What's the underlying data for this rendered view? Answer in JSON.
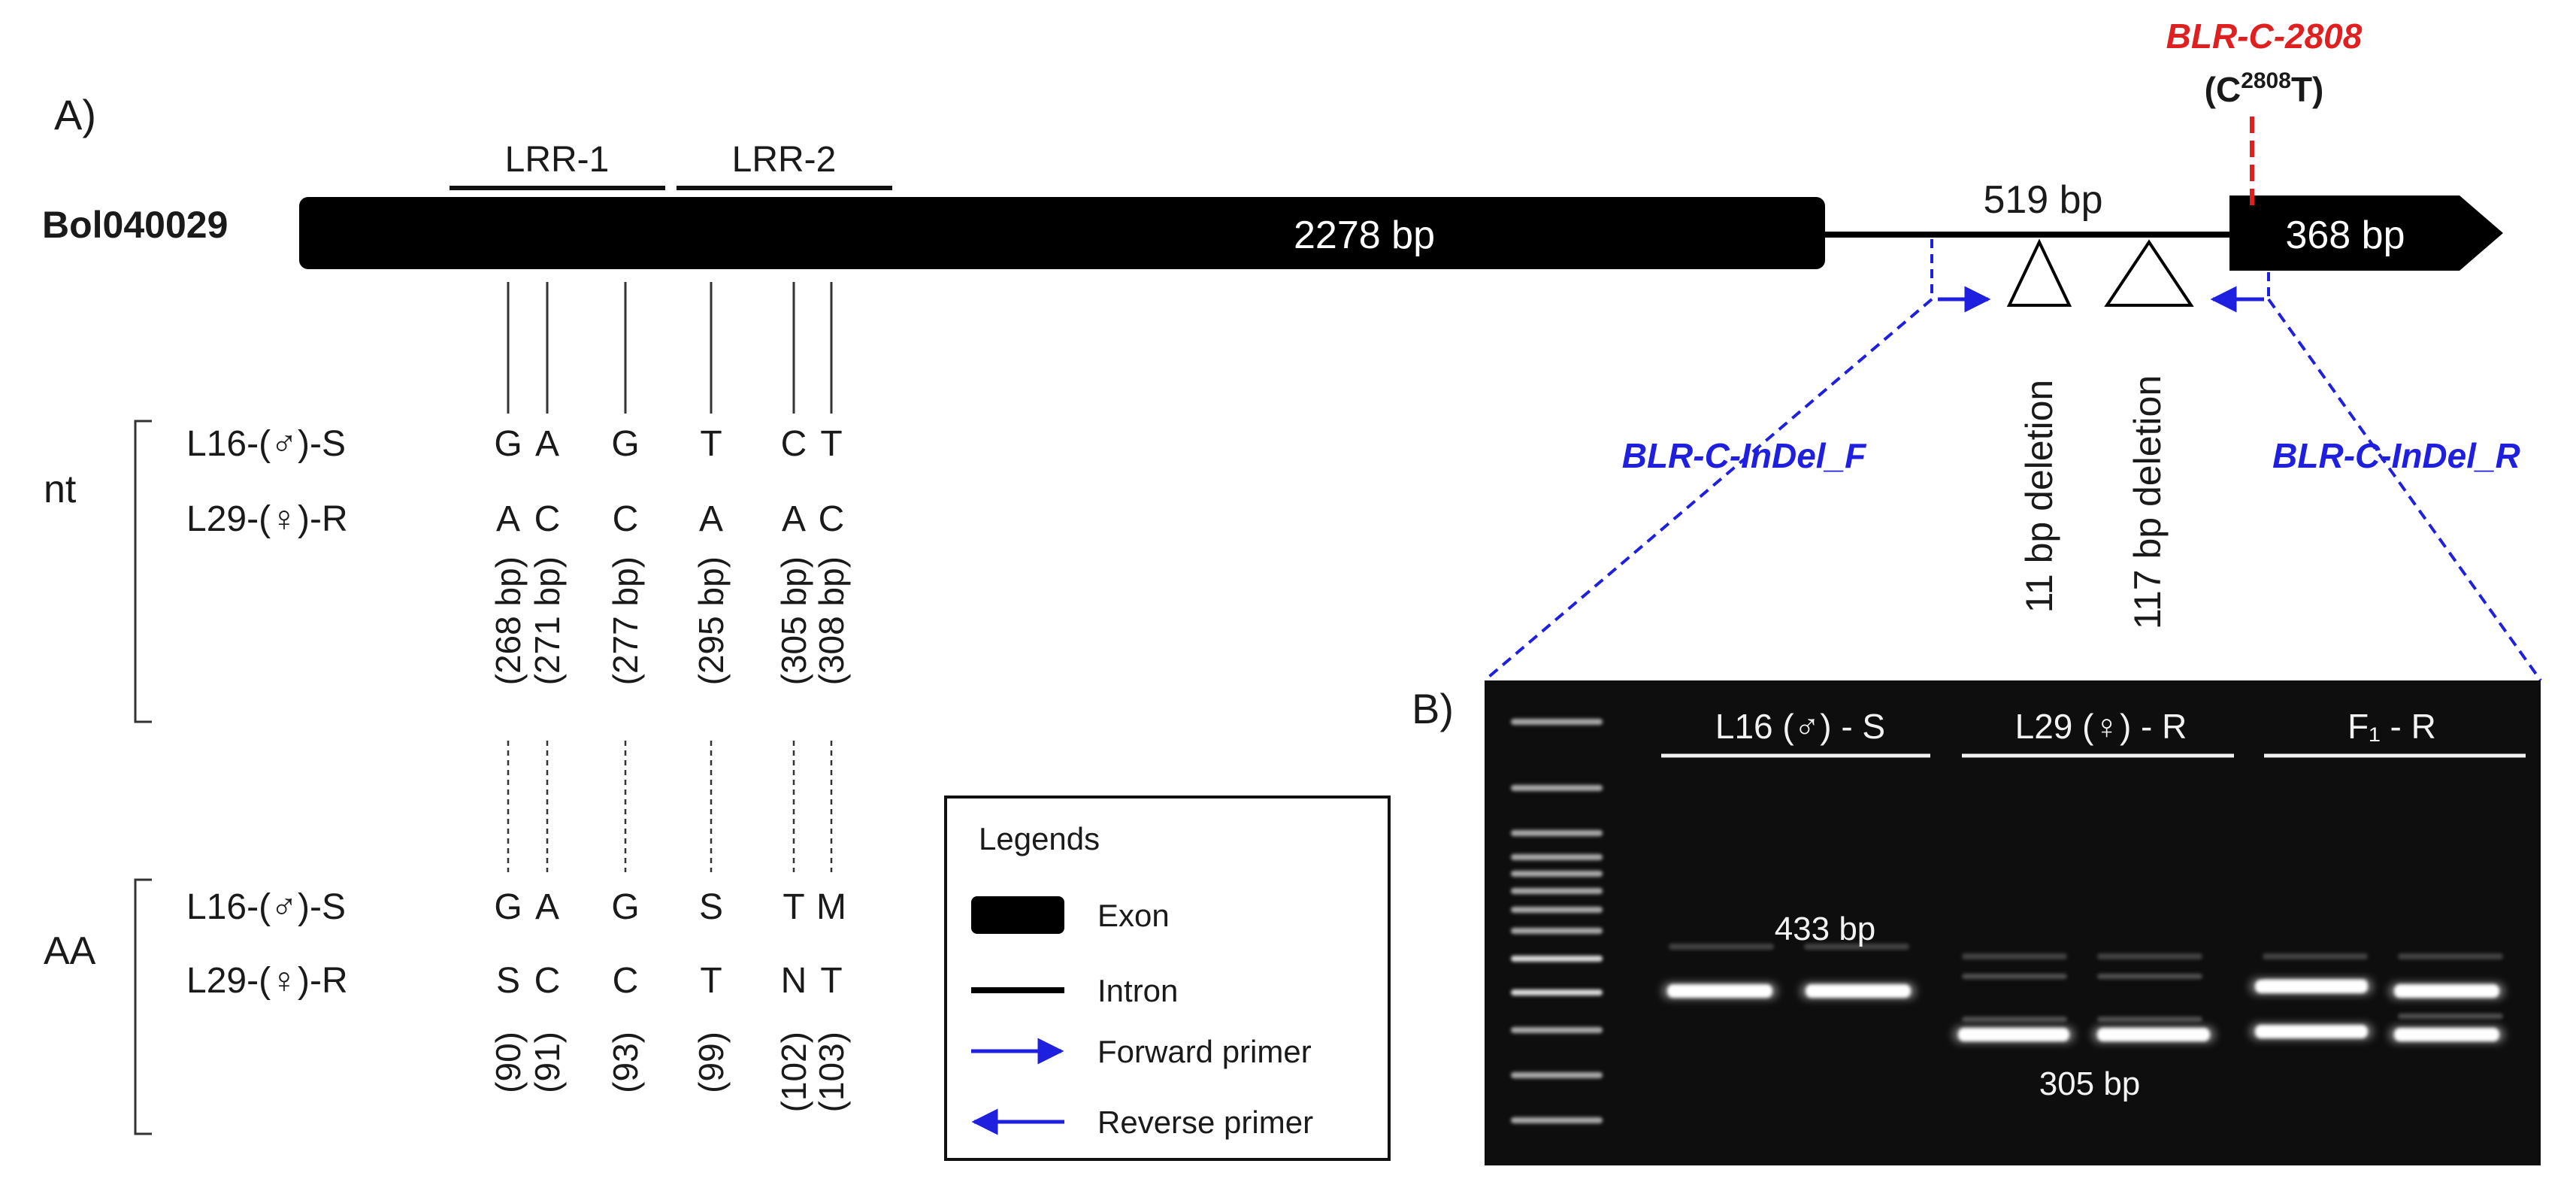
{
  "panel_a": {
    "label": "A)",
    "gene_name": "Bol040029",
    "exon1_length": "2278 bp",
    "intron_length": "519 bp",
    "exon2_length": "368 bp",
    "domains": [
      "LRR-1",
      "LRR-2"
    ],
    "snp_marker": {
      "name": "BLR-C-2808",
      "variant_prefix": "(C",
      "variant_sup": "2808",
      "variant_suffix": "T)"
    },
    "deletions": [
      "11 bp deletion",
      "117 bp deletion"
    ],
    "primers": {
      "forward": "BLR-C-InDel_F",
      "reverse": "BLR-C-InDel_R"
    },
    "nt": {
      "group_label": "nt",
      "rows": [
        {
          "line": "L16-(♂)-S",
          "bases": [
            "G",
            "A",
            "G",
            "T",
            "C",
            "T"
          ]
        },
        {
          "line": "L29-(♀)-R",
          "bases": [
            "A",
            "C",
            "C",
            "A",
            "A",
            "C"
          ]
        }
      ],
      "positions": [
        "(268 bp)",
        "(271 bp)",
        "(277 bp)",
        "(295 bp)",
        "(305 bp)",
        "(308 bp)"
      ]
    },
    "aa": {
      "group_label": "AA",
      "rows": [
        {
          "line": "L16-(♂)-S",
          "residues": [
            "G",
            "A",
            "G",
            "S",
            "T",
            "M"
          ]
        },
        {
          "line": "L29-(♀)-R",
          "residues": [
            "S",
            "C",
            "C",
            "T",
            "N",
            "T"
          ]
        }
      ],
      "positions": [
        "(90)",
        "(91)",
        "(93)",
        "(99)",
        "(102)",
        "(103)"
      ]
    },
    "legend": {
      "title": "Legends",
      "items": [
        "Exon",
        "Intron",
        "Forward primer",
        "Reverse primer"
      ]
    }
  },
  "panel_b": {
    "label": "B)",
    "lane_groups": [
      "L16 (♂) - S",
      "L29 (♀) - R",
      "F₁ - R"
    ],
    "band_labels": [
      "433 bp",
      "305 bp"
    ]
  },
  "colors": {
    "primer_blue": "#1f1fe0",
    "marker_red": "#e02020",
    "gel_background": "#0e0e0e"
  }
}
